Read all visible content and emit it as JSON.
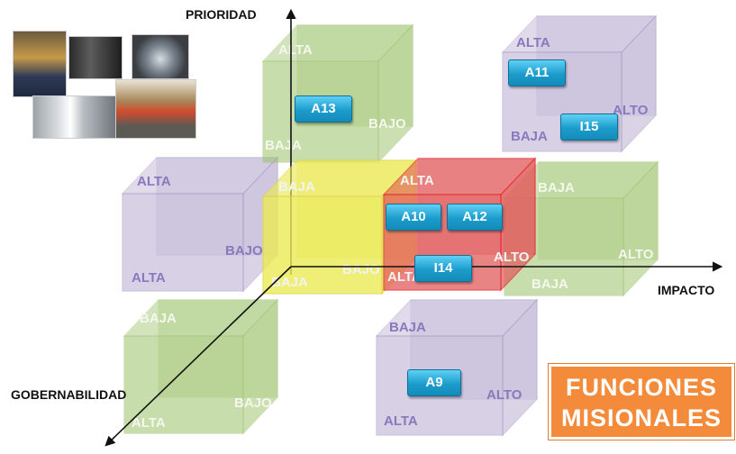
{
  "axes": {
    "vertical": "PRIORIDAD",
    "horizontal": "IMPACTO",
    "diagonal": "GOBERNABILIDAD"
  },
  "colors": {
    "green": "#9cc26a",
    "purple": "#b9acd1",
    "yellow": "#ecea55",
    "red": "#e25b5b",
    "tag": "#1f9fd0",
    "brand": "#f48b3b",
    "face_text_purple": "#8a78bd",
    "face_text_green": "#f4f8ec"
  },
  "cubes": [
    {
      "id": "green-top",
      "color": "green",
      "labels": [
        {
          "text": "ALTA",
          "name": "cube-label-alta"
        },
        {
          "text": "BAJO",
          "name": "cube-label-bajo"
        },
        {
          "text": "BAJA",
          "name": "cube-label-baja"
        }
      ]
    },
    {
      "id": "purple-top-right",
      "color": "purple",
      "labels": [
        {
          "text": "ALTA",
          "name": "cube-label-alta"
        },
        {
          "text": "ALTO",
          "name": "cube-label-alto"
        },
        {
          "text": "BAJA",
          "name": "cube-label-baja"
        }
      ]
    },
    {
      "id": "purple-left",
      "color": "purple",
      "labels": [
        {
          "text": "ALTA",
          "name": "cube-label-alta-top"
        },
        {
          "text": "BAJO",
          "name": "cube-label-bajo"
        },
        {
          "text": "ALTA",
          "name": "cube-label-alta-bottom"
        }
      ]
    },
    {
      "id": "yellow-center",
      "color": "yellow",
      "labels": [
        {
          "text": "BAJA",
          "name": "cube-label-baja-top"
        },
        {
          "text": "BAJO",
          "name": "cube-label-bajo"
        },
        {
          "text": "BAJA",
          "name": "cube-label-baja-bottom"
        }
      ]
    },
    {
      "id": "red-center",
      "color": "red",
      "labels": [
        {
          "text": "ALTA",
          "name": "cube-label-alta-top"
        },
        {
          "text": "ALTO",
          "name": "cube-label-alto"
        },
        {
          "text": "ALTA",
          "name": "cube-label-alta-bottom"
        }
      ]
    },
    {
      "id": "green-right",
      "color": "green",
      "labels": [
        {
          "text": "BAJA",
          "name": "cube-label-baja-top"
        },
        {
          "text": "ALTO",
          "name": "cube-label-alto"
        },
        {
          "text": "BAJA",
          "name": "cube-label-baja-bottom"
        }
      ]
    },
    {
      "id": "green-bottom-left",
      "color": "green",
      "labels": [
        {
          "text": "BAJA",
          "name": "cube-label-baja"
        },
        {
          "text": "BAJO",
          "name": "cube-label-bajo"
        },
        {
          "text": "ALTA",
          "name": "cube-label-alta"
        }
      ]
    },
    {
      "id": "purple-bottom",
      "color": "purple",
      "labels": [
        {
          "text": "BAJA",
          "name": "cube-label-baja"
        },
        {
          "text": "ALTO",
          "name": "cube-label-alto"
        },
        {
          "text": "ALTA",
          "name": "cube-label-alta"
        }
      ]
    }
  ],
  "tags": [
    "A13",
    "A11",
    "I15",
    "A10",
    "A12",
    "I14",
    "A9"
  ],
  "brand": {
    "line1": "FUNCIONES",
    "line2": "MISIONALES"
  }
}
